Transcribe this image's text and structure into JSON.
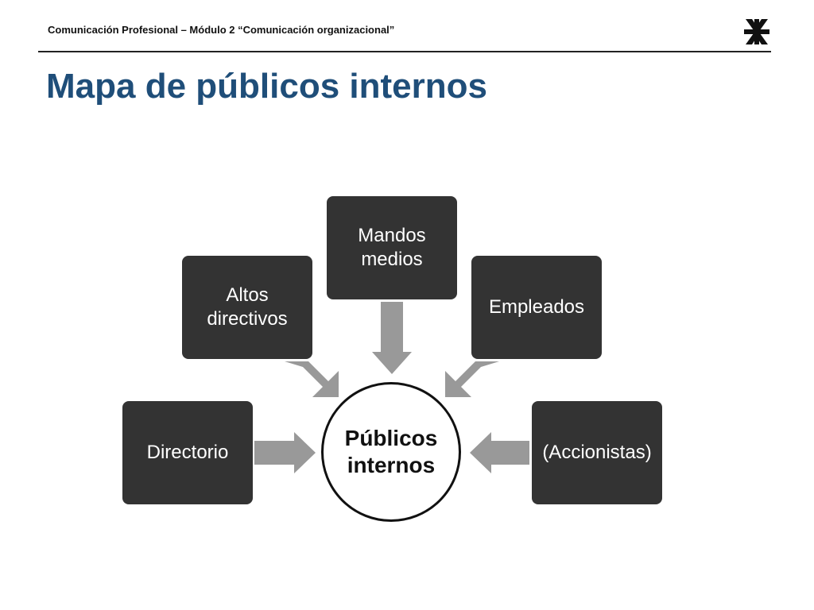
{
  "header": {
    "text": "Comunicación Profesional – Módulo 2 “Comunicación organizacional”",
    "logo_icon": "utn-logo-icon"
  },
  "slide": {
    "title": "Mapa de públicos internos"
  },
  "diagram": {
    "center": {
      "label_line1": "Públicos",
      "label_line2": "internos"
    },
    "nodes": {
      "directorio": "Directorio",
      "altos_directivos": "Altos directivos",
      "mandos_medios": "Mandos medios",
      "empleados": "Empleados",
      "accionistas": "(Accionistas)"
    },
    "colors": {
      "node_fill": "#333333",
      "arrow_fill": "#999999",
      "title": "#1f4e79"
    }
  }
}
